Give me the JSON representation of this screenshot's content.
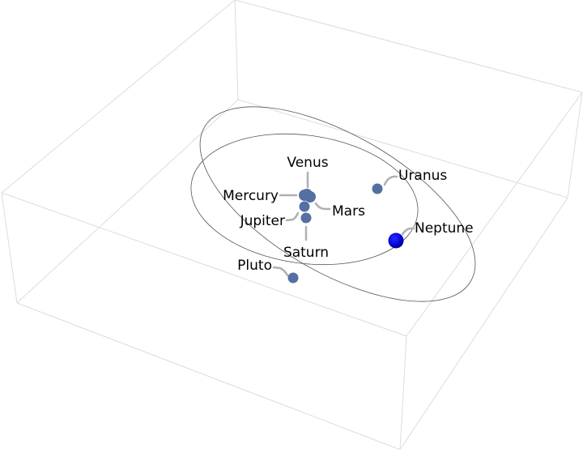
{
  "planets": {
    "mercury": {
      "label": "Mercury"
    },
    "venus": {
      "label": "Venus"
    },
    "mars": {
      "label": "Mars"
    },
    "jupiter": {
      "label": "Jupiter"
    },
    "saturn": {
      "label": "Saturn"
    },
    "uranus": {
      "label": "Uranus"
    },
    "neptune": {
      "label": "Neptune"
    },
    "pluto": {
      "label": "Pluto"
    }
  },
  "colors": {
    "planet": "#5470a3",
    "highlight": "#0000e0",
    "orbit": "#555555",
    "box": "#dcdcdc"
  }
}
